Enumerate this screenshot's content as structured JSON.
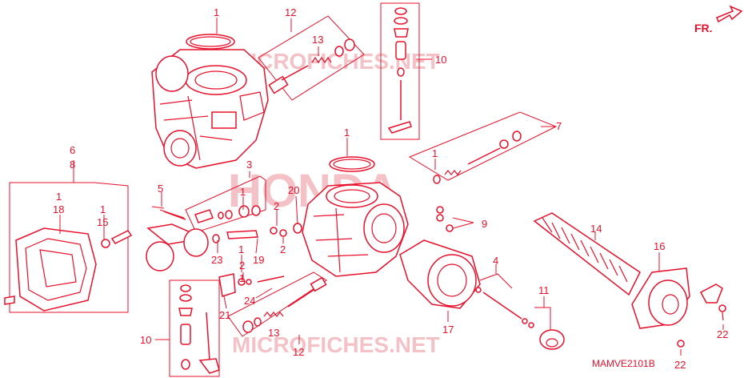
{
  "diagram": {
    "diagram_code": "MAMVE2101B",
    "direction_label": "FR.",
    "watermarks": {
      "top": "MICROFICHES.NET",
      "center": "HONDA",
      "bottom": "MICROFICHES.NET"
    },
    "callouts": [
      "1",
      "12",
      "13",
      "10",
      "7",
      "1",
      "1",
      "9",
      "6",
      "8",
      "1",
      "18",
      "1",
      "15",
      "5",
      "3",
      "1",
      "20",
      "2",
      "2",
      "23",
      "1",
      "19",
      "2",
      "1",
      "24",
      "21",
      "13",
      "12",
      "10",
      "14",
      "16",
      "4",
      "11",
      "17",
      "22",
      "22"
    ],
    "colors": {
      "ink": "#e8102a",
      "watermark": "#f4c2c6",
      "background": "#ffffff"
    }
  }
}
